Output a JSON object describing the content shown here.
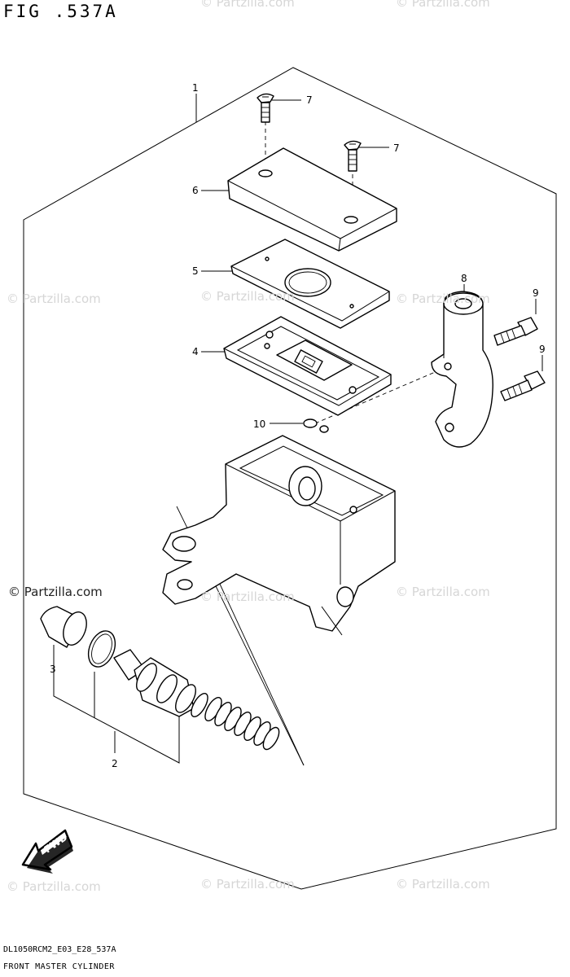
{
  "figure": {
    "title": "FIG .537A",
    "model_code": "DL1050RCM2_E03_E28_537A",
    "name": "FRONT MASTER CYLINDER"
  },
  "watermark": "© Partzilla.com",
  "callouts": [
    "1",
    "2",
    "3",
    "4",
    "5",
    "6",
    "7",
    "7",
    "8",
    "9",
    "9",
    "10"
  ],
  "direction_label": "FWD"
}
